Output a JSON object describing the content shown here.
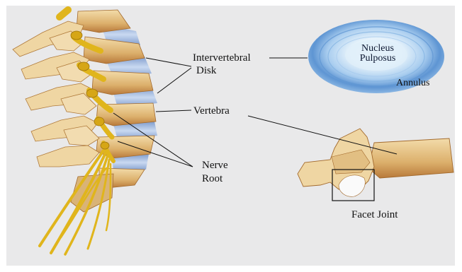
{
  "labels": {
    "intervertebral_line1": "Intervertebral",
    "intervertebral_line2": "Disk",
    "vertebra": "Vertebra",
    "nerve_line1": "Nerve",
    "nerve_line2": "Root",
    "nucleus_line1": "Nucleus",
    "nucleus_line2": "Pulposus",
    "annulus": "Annulus",
    "facet_joint": "Facet Joint"
  },
  "colors": {
    "panel": "#e9e9ea",
    "bone": "#e8c98f",
    "bone_shadow": "#c78f43",
    "bone_dark": "#a9692b",
    "disc": "#9ab3db",
    "disc_light": "#c9d9f1",
    "nerve": "#e0b51c",
    "nerve_dark": "#b88a0e",
    "annulus_outer": "#6a9fd8",
    "annulus_inner": "#dff0fb",
    "line": "#111111"
  }
}
